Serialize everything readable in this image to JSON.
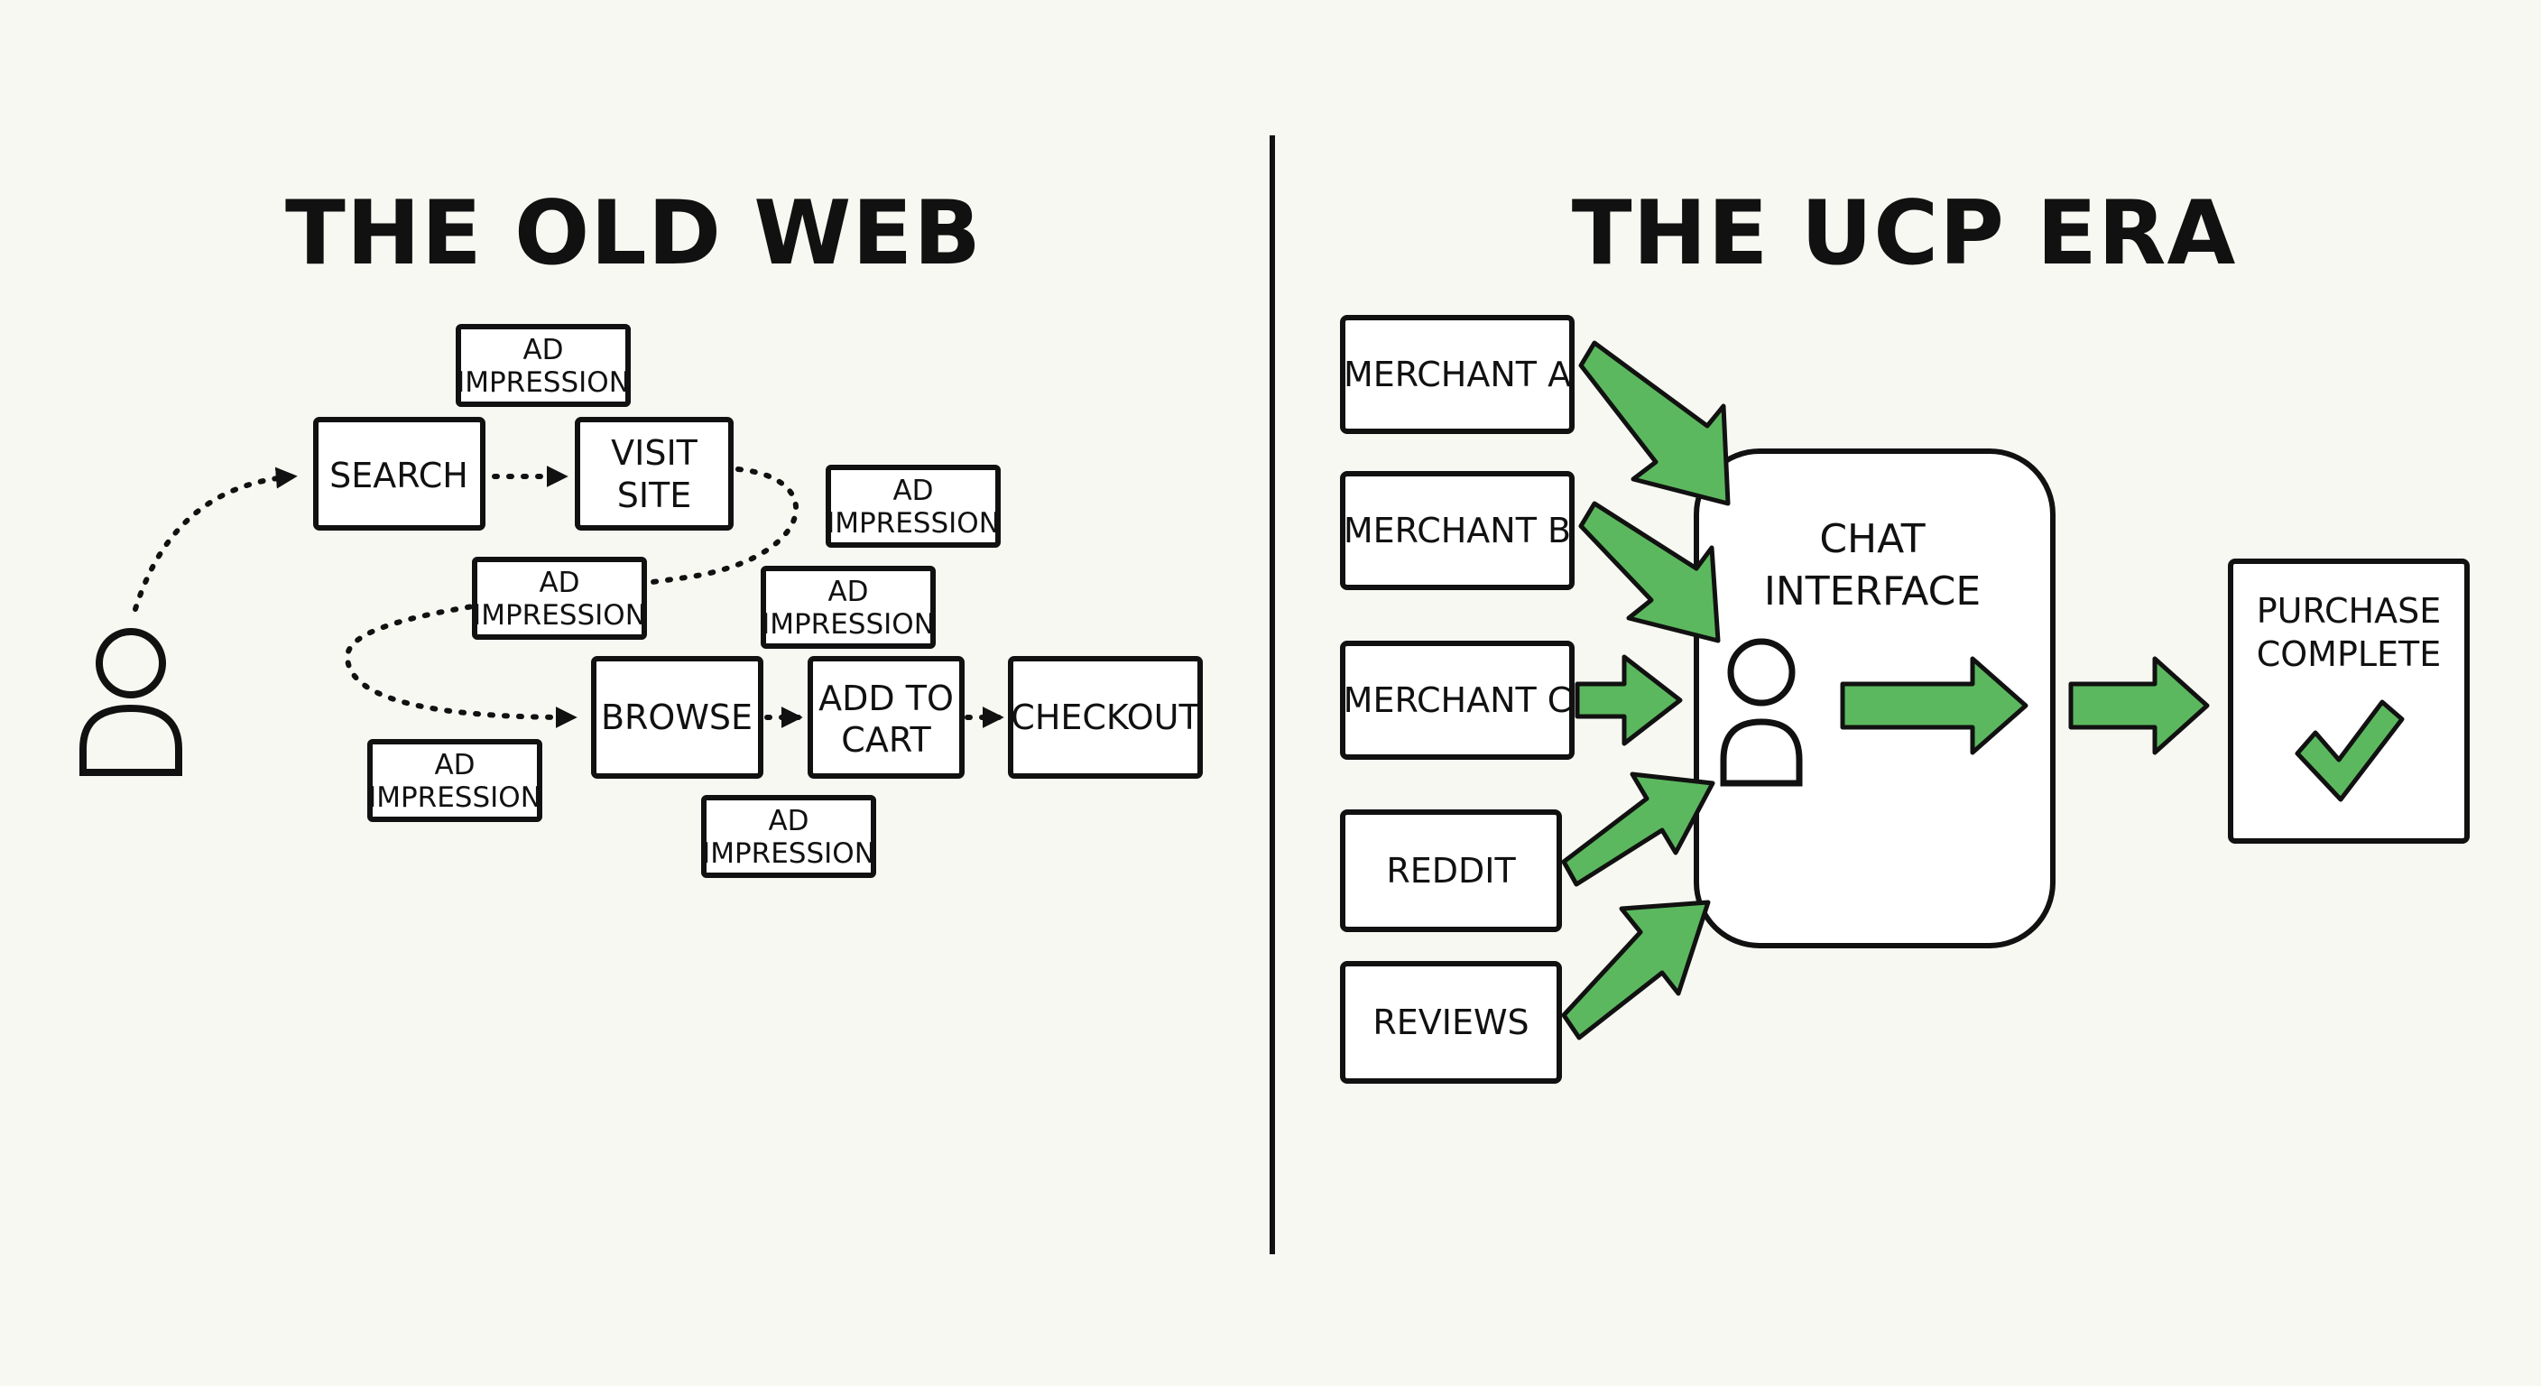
{
  "titles": {
    "old": "THE OLD WEB",
    "ucp": "THE UCP ERA"
  },
  "old_web": {
    "user": "user-icon",
    "search": "SEARCH",
    "visit_site": [
      "VISIT",
      "SITE"
    ],
    "browse": "BROWSE",
    "add_to_cart": [
      "ADD TO",
      "CART"
    ],
    "checkout": "CHECKOUT",
    "ad": [
      "AD",
      "IMPRESSION"
    ]
  },
  "ucp": {
    "sources": [
      "MERCHANT A",
      "MERCHANT B",
      "MERCHANT C",
      "REDDIT",
      "REVIEWS"
    ],
    "chat": [
      "CHAT",
      "INTERFACE"
    ],
    "purchase": [
      "PURCHASE",
      "COMPLETE"
    ],
    "icons": [
      "user-icon",
      "checkmark-icon",
      "arrow-icon"
    ]
  },
  "colors": {
    "accent_green": "#5cb85f",
    "ink": "#111111",
    "background": "#f8f8f3"
  }
}
